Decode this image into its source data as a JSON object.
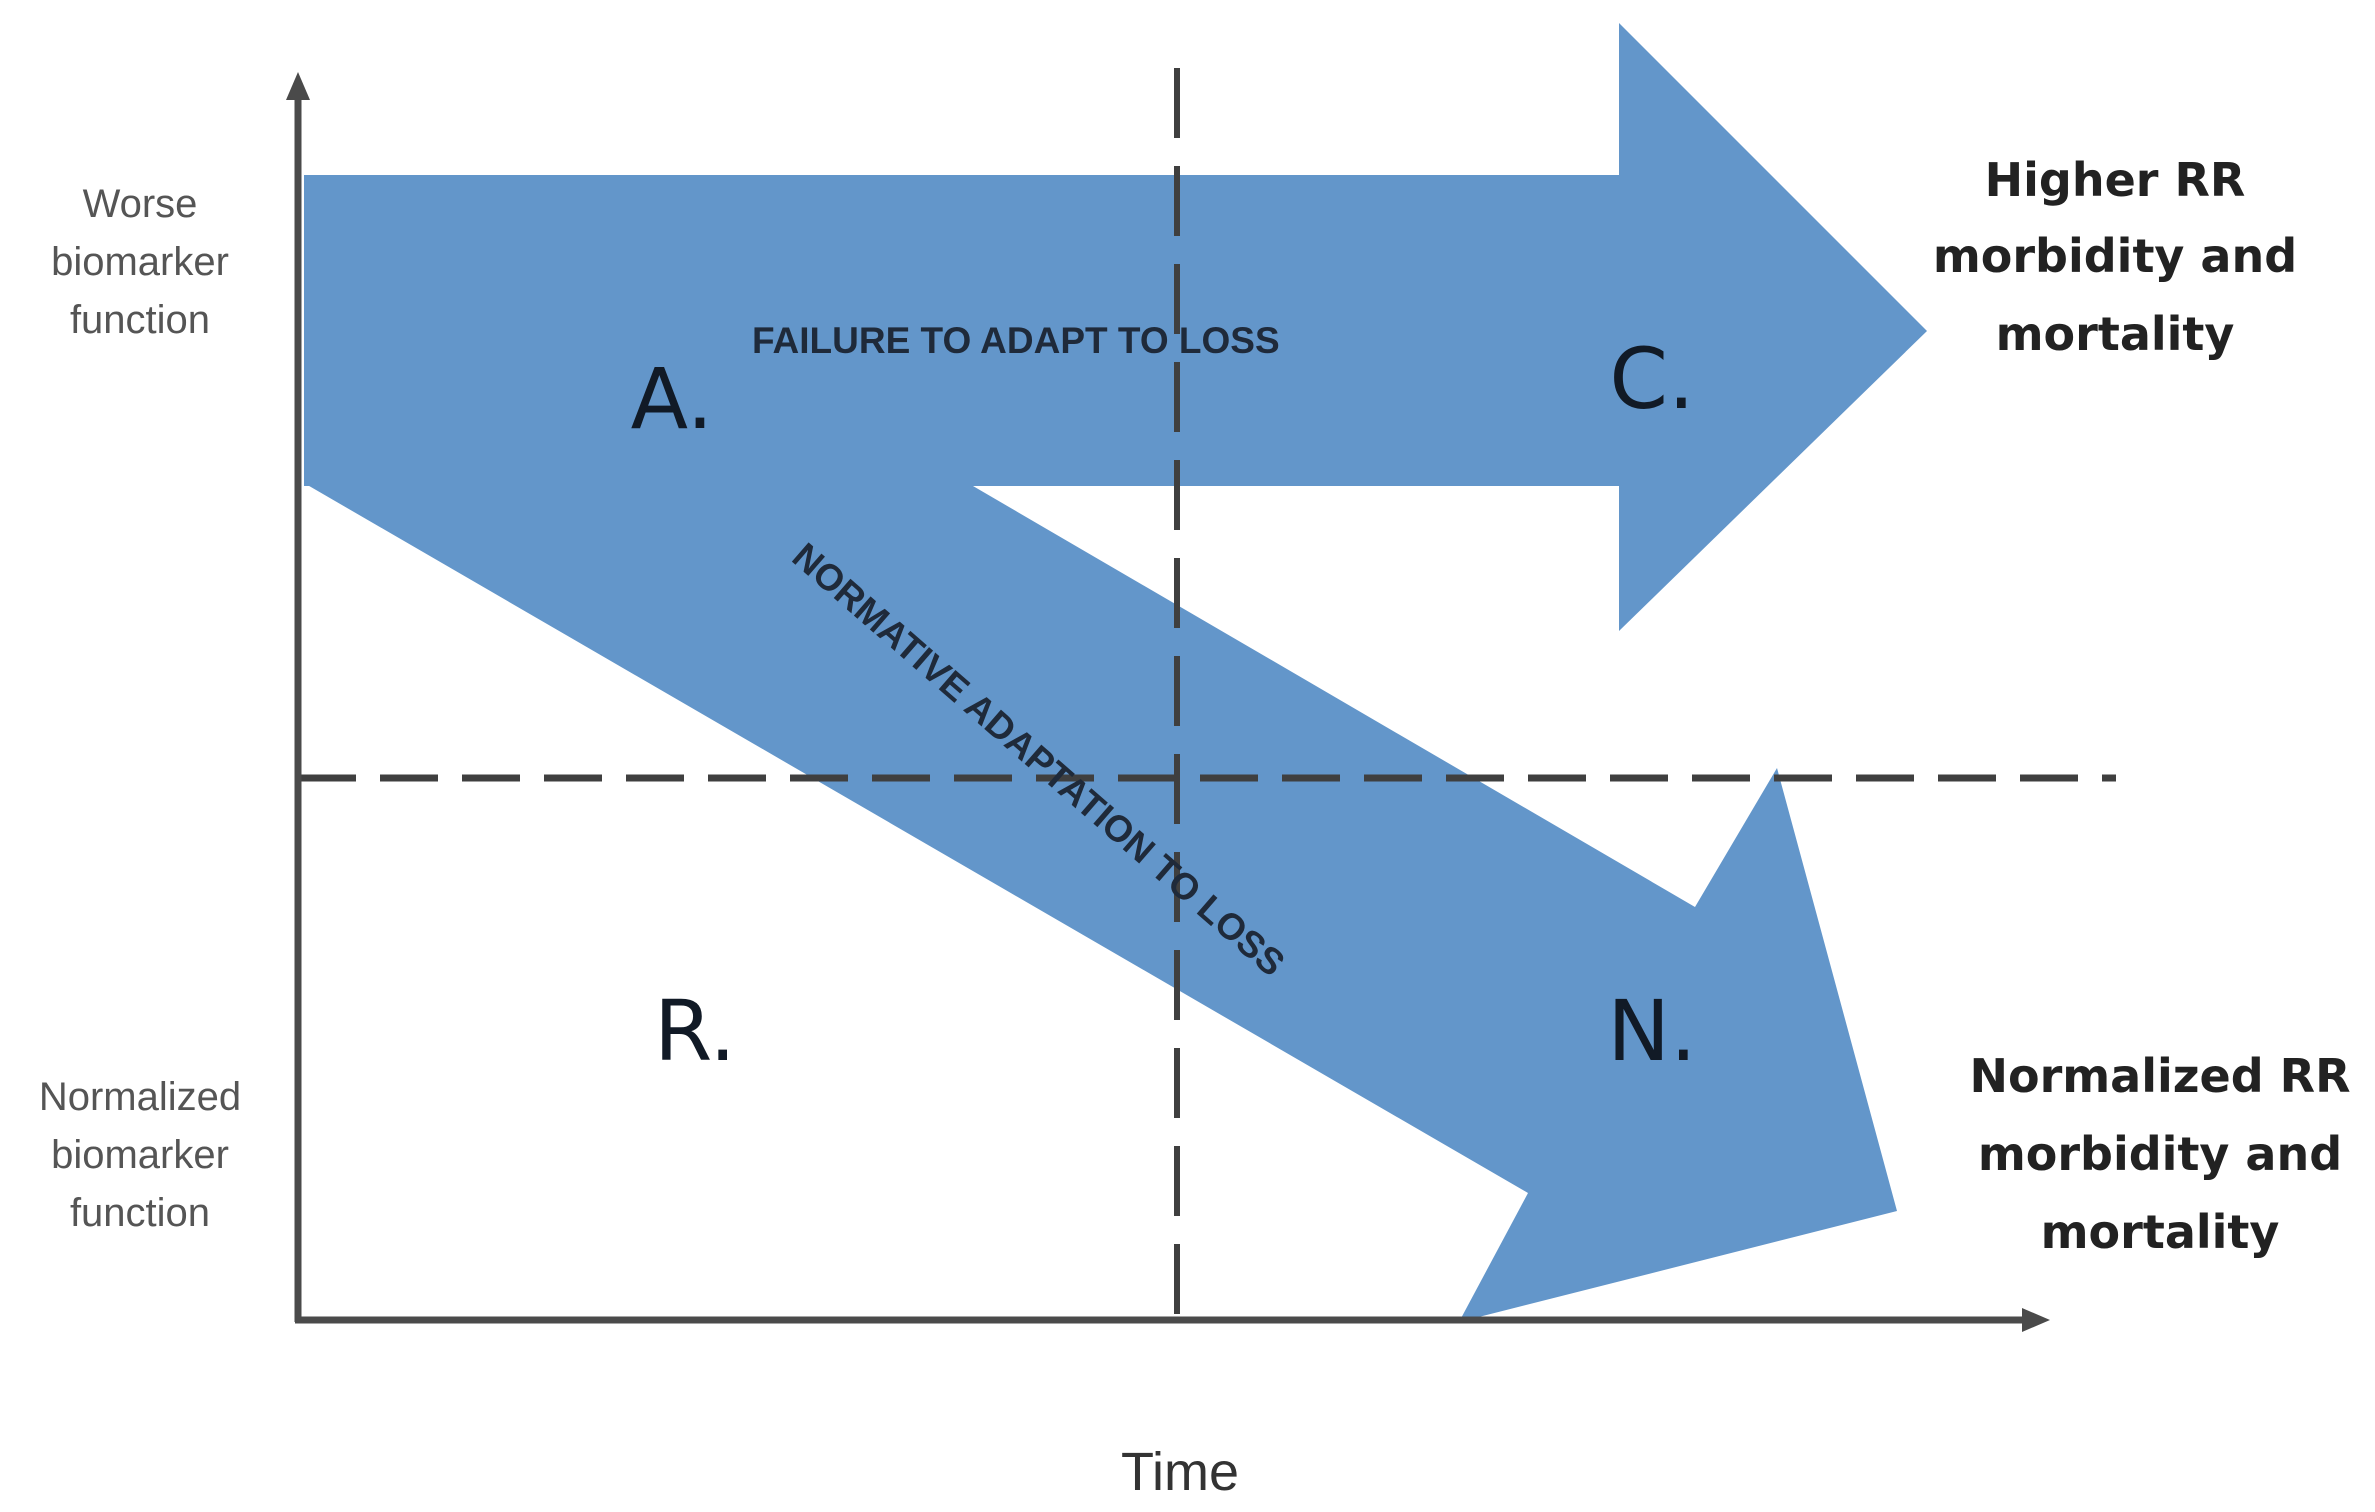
{
  "colors": {
    "arrow_fill": "#6396ca",
    "axis": "#4a4a4a",
    "dash": "#3f3f3f"
  },
  "y_axis": {
    "top_label": [
      "Worse",
      "biomarker",
      "function"
    ],
    "bottom_label": [
      "Normalized",
      "biomarker",
      "function"
    ]
  },
  "x_axis": {
    "label": "Time"
  },
  "arrows": {
    "upper": {
      "label": "FAILURE TO ADAPT TO LOSS",
      "outcome": [
        "Higher RR",
        "morbidity and",
        "mortality"
      ]
    },
    "lower": {
      "label": "NORMATIVE ADAPTATION TO LOSS",
      "outcome": [
        "Normalized RR",
        "morbidity and",
        "mortality"
      ]
    }
  },
  "quadrants": {
    "top_left": "A.",
    "top_right": "C.",
    "bottom_left": "R.",
    "bottom_right": "N."
  }
}
